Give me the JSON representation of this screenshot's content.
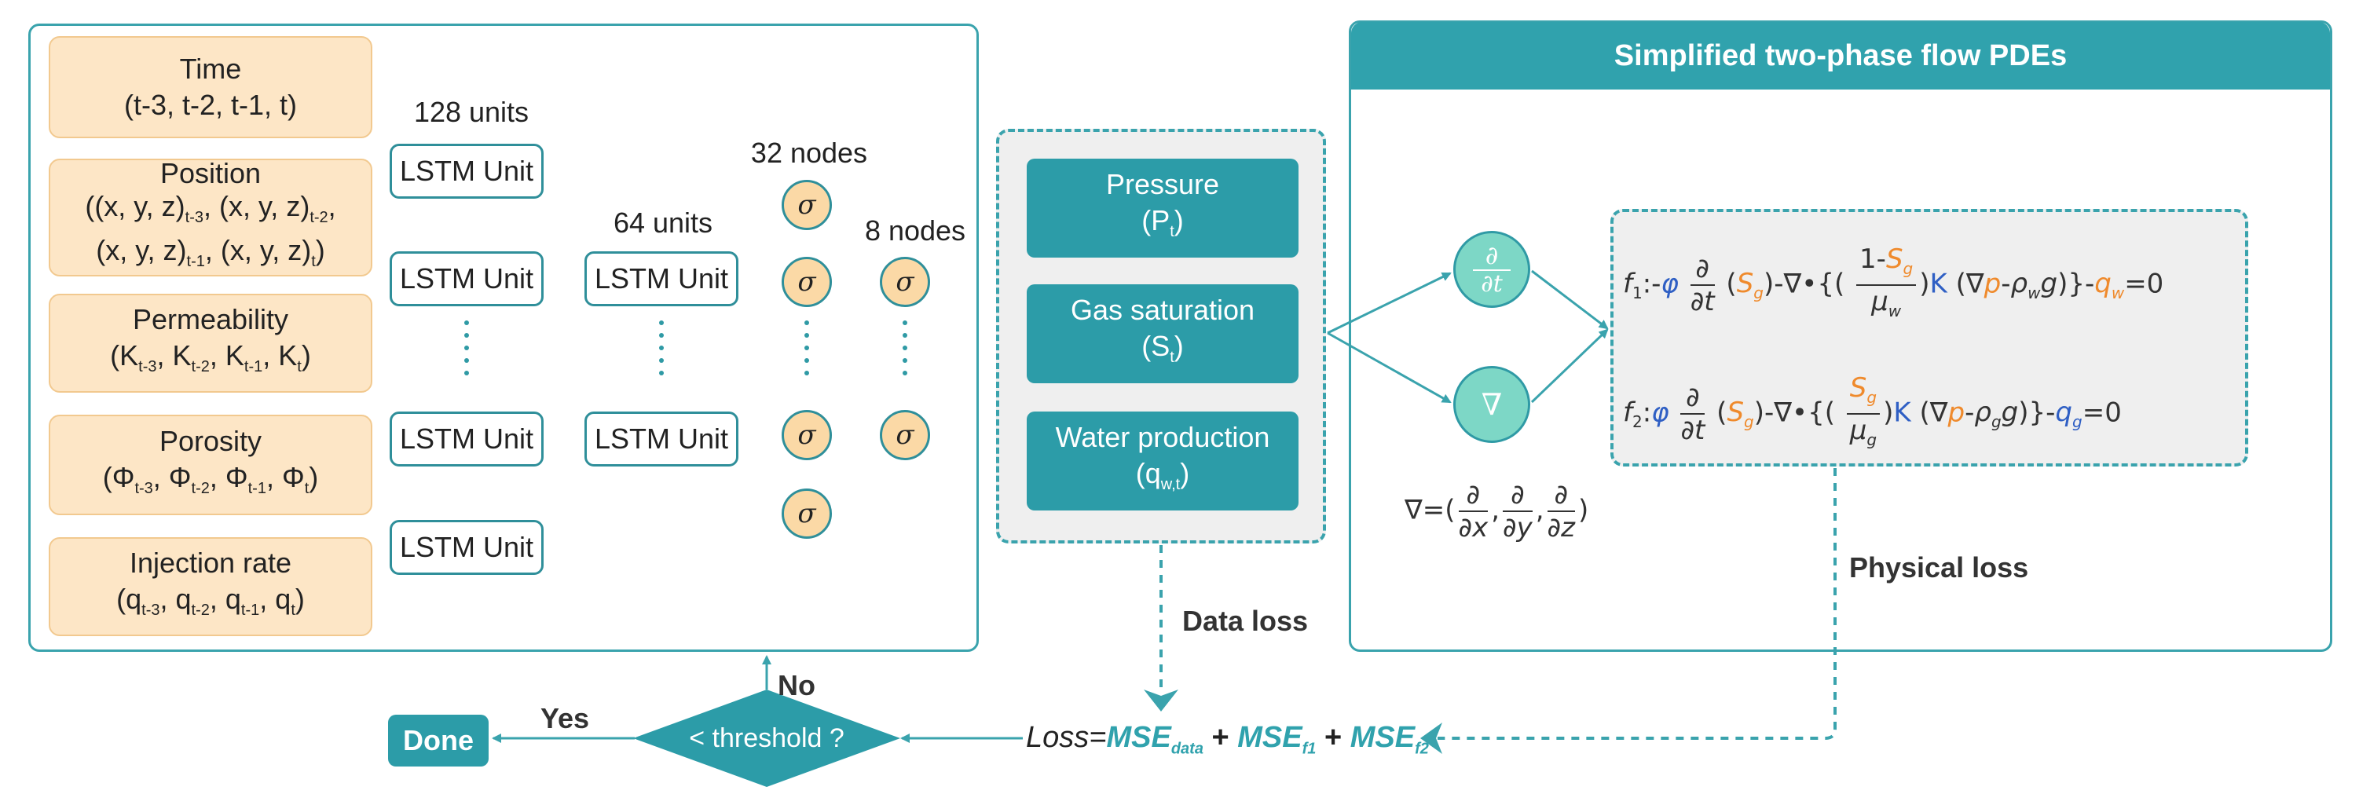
{
  "inputs": [
    {
      "title": "Time",
      "detail": "(t-3, t-2, t-1, t)"
    },
    {
      "title": "Position",
      "line1": "((x, y, z)",
      "s1": "t-3",
      "line1b": ", (x, y, z)",
      "s2": "t-2",
      "line1c": ",",
      "line2": "(x, y, z)",
      "s3": "t-1",
      "line2b": ", (x, y, z)",
      "s4": "t",
      "line2c": ")"
    },
    {
      "title": "Permeability",
      "base": "K",
      "subs": [
        "t-3",
        "t-2",
        "t-1",
        "t"
      ]
    },
    {
      "title": "Porosity",
      "base": "Φ",
      "subs": [
        "t-3",
        "t-2",
        "t-1",
        "t"
      ]
    },
    {
      "title": "Injection rate",
      "base": "q",
      "subs": [
        "t-3",
        "t-2",
        "t-1",
        "t"
      ]
    }
  ],
  "network": {
    "layer1_label": "128 units",
    "layer2_label": "64 units",
    "layer3_label": "32 nodes",
    "layer4_label": "8 nodes",
    "lstm_unit": "LSTM Unit",
    "sigma": "σ"
  },
  "outputs": [
    {
      "title": "Pressure",
      "base": "(P",
      "sub": "t",
      "close": ")"
    },
    {
      "title": "Gas saturation",
      "base": "(S",
      "sub": "t",
      "close": ")"
    },
    {
      "title": "Water production",
      "base": "(q",
      "sub": "w,t",
      "close": ")"
    }
  ],
  "pde": {
    "header": "Simplified two-phase flow PDEs",
    "partial_op": "∂",
    "partial_den": "∂t",
    "nabla_op": "∇",
    "nabla_def_lhs": "∇=(",
    "dx": "∂x",
    "dy": "∂y",
    "dz": "∂z",
    "f1_label": "f",
    "f1_sub": "1",
    "f2_label": "f",
    "f2_sub": "2"
  },
  "labels": {
    "data_loss": "Data loss",
    "physical_loss": "Physical loss",
    "no": "No",
    "yes": "Yes",
    "threshold": "< threshold ?",
    "done": "Done"
  },
  "loss": {
    "prefix": "Loss=",
    "mse": "MSE",
    "data_sub": "data",
    "f1_sub": "f1",
    "f2_sub": "f2",
    "plus": " + "
  },
  "colors": {
    "teal": "#30a2ad",
    "input_fill": "#fde6c6",
    "node_fill": "#fbd9a6",
    "circle_fill": "#7dd7c6"
  }
}
